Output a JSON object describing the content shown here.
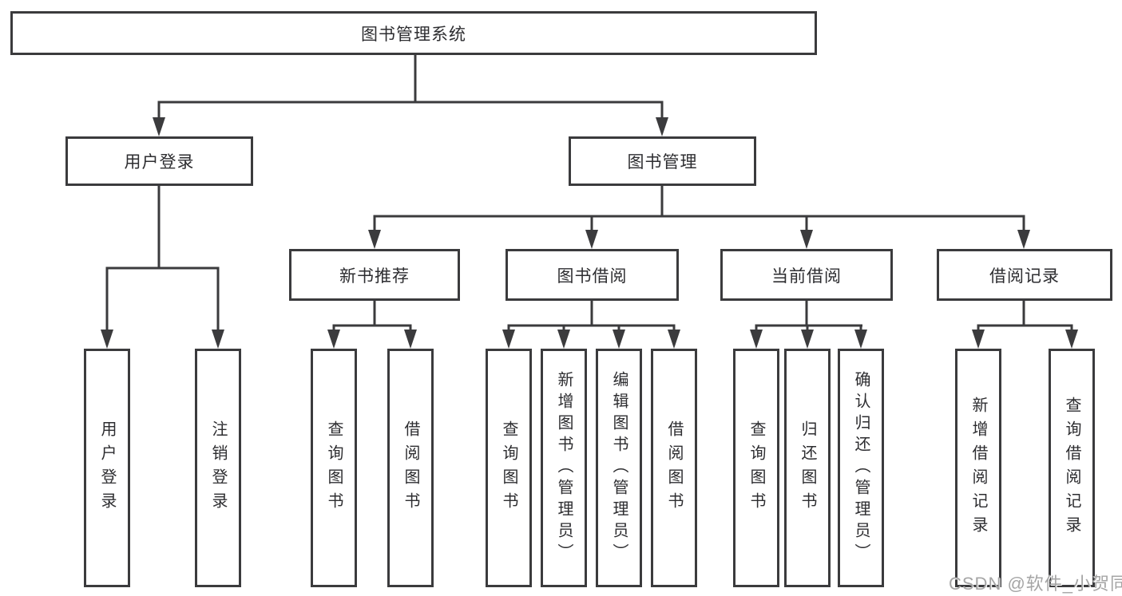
{
  "colors": {
    "line": "#3b3b3d",
    "box_border": "#3b3b3d",
    "box_background": "#ffffff",
    "text": "#2d2d30",
    "watermark": "#a5a5a5"
  },
  "root": {
    "label": "图书管理系统"
  },
  "level2": {
    "user_login": {
      "label": "用户登录"
    },
    "book_mgmt": {
      "label": "图书管理"
    }
  },
  "level3": {
    "new_book_rec": {
      "label": "新书推荐"
    },
    "book_borrow": {
      "label": "图书借阅"
    },
    "current_borrow": {
      "label": "当前借阅"
    },
    "borrow_records": {
      "label": "借阅记录"
    }
  },
  "leaves": {
    "user_login": [
      "用户登录",
      "注销登录"
    ],
    "new_book_rec": [
      "查询图书",
      "借阅图书"
    ],
    "book_borrow": [
      "查询图书",
      "新增图书（管理员）",
      "编辑图书（管理员）",
      "借阅图书"
    ],
    "current_borrow": [
      "查询图书",
      "归还图书",
      "确认归还（管理员）"
    ],
    "borrow_records": [
      "新增借阅记录",
      "查询借阅记录"
    ]
  },
  "watermark": "CSDN @软件_小贺同学"
}
